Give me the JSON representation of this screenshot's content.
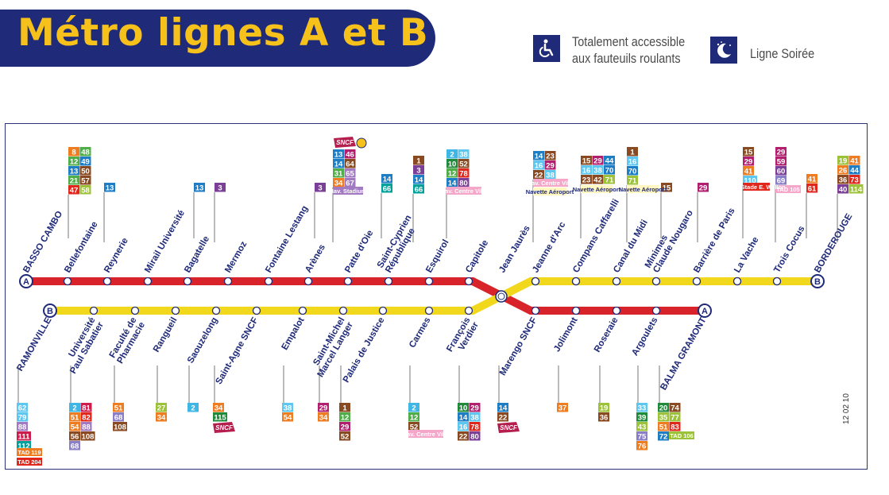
{
  "header": {
    "title": "Métro lignes A et B"
  },
  "legend": {
    "accessible": {
      "icon": "wheelchair-icon",
      "line1": "Totalement accessible",
      "line2": "aux fauteuils roulants"
    },
    "evening": {
      "icon": "moon-stars-icon",
      "label": "Ligne Soirée"
    }
  },
  "version": "12 02 10",
  "colors": {
    "line_a": "#d9232a",
    "line_b": "#f2d81c",
    "navy": "#1f2a78",
    "bus": {
      "green": "#4fae48",
      "orange": "#ee7d22",
      "blue": "#1d7ec5",
      "lime": "#9cc23a",
      "red": "#e1261c",
      "brown": "#8a4a21",
      "purple": "#7c3f98",
      "magenta": "#b11f6e",
      "cyan": "#3fb6e3",
      "gray": "#888888",
      "teal": "#00a19a",
      "darkgreen": "#1f8a3a",
      "crimson": "#cc1d4d",
      "mauve": "#a17ac2",
      "lavender": "#8a7fc7",
      "lightblue": "#5ec7f0",
      "dkblue": "#1a4f9c"
    }
  },
  "termini": {
    "line_a": "A",
    "line_b": "B"
  },
  "stations_a": [
    "BASSO CAMBO",
    "Bellefontaine",
    "Reynerie",
    "Mirail Université",
    "Bagatelle",
    "Mermoz",
    "Fontaine Lestang",
    "Arènes",
    "Patte d'Oie",
    "Saint-Cyprien République",
    "Esquirol",
    "Capitole",
    "Jean Jaurès",
    "Marengo SNCF",
    "Jolimont",
    "Roseraie",
    "Argoulets",
    "BALMA GRAMONT"
  ],
  "stations_b": [
    "RAMONVILLE",
    "Université Paul Sabatier",
    "Faculté de Pharmacie",
    "Rangueil",
    "Saouzelong",
    "Saint-Agne SNCF",
    "Empalot",
    "Saint-Michel Marcel Langer",
    "Palais de Justice",
    "Carmes",
    "François Verdier",
    "Jean Jaurès",
    "Jeanne d'Arc",
    "Compans Caffarelli",
    "Canal du Midi",
    "Minimes Claude Nougaro",
    "Barrière de Paris",
    "La Vache",
    "Trois Cocus",
    "BORDEROUGE"
  ],
  "bus_notes": {
    "stadium": "Nav. Stadium",
    "centre_ville": "Nav. Centre Ville",
    "aeroport": "Navette Aéroport",
    "stade": "Nav. Stade E. Wallon",
    "sncf": "SNCF"
  },
  "tad": {
    "t105": "TAD 105",
    "t119": "TAD 119",
    "t204": "TAD 204",
    "t106": "TAD 106"
  },
  "upper_bus_groups": [
    {
      "station": "BASSO CAMBO",
      "rows": [
        [
          "8",
          "48"
        ],
        [
          "12",
          "49"
        ],
        [
          "13",
          "50"
        ],
        [
          "21",
          "57"
        ],
        [
          "47",
          "58"
        ]
      ]
    },
    {
      "station": "Bellefontaine",
      "rows": [
        [
          "13"
        ]
      ]
    },
    {
      "station": "Mirail Université",
      "rows": [
        [
          "13"
        ]
      ]
    },
    {
      "station": "Bagatelle",
      "rows": [
        [
          "3"
        ]
      ]
    },
    {
      "station": "Fontaine Lestang",
      "rows": [
        [
          "3"
        ]
      ]
    },
    {
      "station": "Arènes",
      "rows": [
        [
          "13",
          "46"
        ],
        [
          "14",
          "64"
        ],
        [
          "31",
          "65"
        ],
        [
          "34",
          "67"
        ]
      ]
    },
    {
      "station": "Patte d'Oie",
      "rows": [
        [
          "14"
        ],
        [
          "66"
        ]
      ]
    },
    {
      "station": "Saint-Cyprien République",
      "rows": [
        [
          "1"
        ],
        [
          "3"
        ],
        [
          "14"
        ],
        [
          "66"
        ]
      ]
    },
    {
      "station": "Esquirol",
      "rows": [
        [
          "2",
          "38"
        ],
        [
          "10",
          "52"
        ],
        [
          "12",
          "78"
        ],
        [
          "14",
          "80"
        ]
      ]
    },
    {
      "station": "Jean Jaurès",
      "rows": [
        [
          "14",
          "23"
        ],
        [
          "16",
          "29"
        ],
        [
          "22",
          "38"
        ]
      ]
    },
    {
      "station": "Jeanne d'Arc",
      "rows": [
        [
          "15",
          "29",
          "44"
        ],
        [
          "16",
          "38",
          "70"
        ],
        [
          "23",
          "42",
          "71"
        ]
      ]
    },
    {
      "station": "Compans Caffarelli",
      "rows": [
        [
          "1"
        ],
        [
          "16"
        ],
        [
          "70"
        ],
        [
          "71"
        ]
      ]
    },
    {
      "station": "Canal du Midi",
      "rows": [
        [
          "15"
        ]
      ]
    },
    {
      "station": "Minimes Claude Nougaro",
      "rows": [
        [
          "29"
        ]
      ]
    },
    {
      "station": "Barrière de Paris",
      "rows": [
        [
          "15"
        ],
        [
          "29"
        ],
        [
          "41"
        ],
        [
          "110"
        ]
      ]
    },
    {
      "station": "La Vache",
      "rows": [
        [
          "29"
        ],
        [
          "59"
        ],
        [
          "60"
        ],
        [
          "69"
        ]
      ]
    },
    {
      "station": "Trois Cocus",
      "rows": [
        [
          "41"
        ],
        [
          "61"
        ]
      ]
    },
    {
      "station": "BORDEROUGE",
      "rows": [
        [
          "19",
          "41"
        ],
        [
          "26",
          "44"
        ],
        [
          "36",
          "73"
        ],
        [
          "40",
          "114"
        ]
      ]
    }
  ],
  "lower_bus_groups": [
    {
      "station": "RAMONVILLE",
      "rows": [
        [
          "62"
        ],
        [
          "79"
        ],
        [
          "88"
        ],
        [
          "111"
        ],
        [
          "112"
        ]
      ]
    },
    {
      "station": "Université Paul Sabatier",
      "rows": [
        [
          "2",
          "81"
        ],
        [
          "51",
          "82"
        ],
        [
          "54",
          "88"
        ],
        [
          "56",
          "108"
        ],
        [
          "68"
        ]
      ]
    },
    {
      "station": "Faculté de Pharmacie",
      "rows": [
        [
          "51"
        ],
        [
          "68"
        ],
        [
          "108"
        ]
      ]
    },
    {
      "station": "Rangueil",
      "rows": [
        [
          "27"
        ],
        [
          "34"
        ]
      ]
    },
    {
      "station": "Saouzelong",
      "rows": [
        [
          "2"
        ]
      ]
    },
    {
      "station": "Saint-Agne SNCF",
      "rows": [
        [
          "34"
        ],
        [
          "115"
        ]
      ]
    },
    {
      "station": "Empalot",
      "rows": [
        [
          "38"
        ],
        [
          "54"
        ]
      ]
    },
    {
      "station": "Saint-Michel Marcel Langer",
      "rows": [
        [
          "29"
        ],
        [
          "34"
        ]
      ]
    },
    {
      "station": "Palais de Justice",
      "rows": [
        [
          "1"
        ],
        [
          "12"
        ],
        [
          "29"
        ],
        [
          "52"
        ]
      ]
    },
    {
      "station": "Carmes",
      "rows": [
        [
          "2"
        ],
        [
          "12"
        ],
        [
          "52"
        ]
      ]
    },
    {
      "station": "François Verdier",
      "rows": [
        [
          "10",
          "29"
        ],
        [
          "14",
          "38"
        ],
        [
          "16",
          "78"
        ],
        [
          "22",
          "80"
        ]
      ]
    },
    {
      "station": "Marengo SNCF",
      "rows": [
        [
          "14"
        ],
        [
          "22"
        ]
      ]
    },
    {
      "station": "Jolimont",
      "rows": [
        [
          "37"
        ]
      ]
    },
    {
      "station": "Roseraie",
      "rows": [
        [
          "19"
        ],
        [
          "36"
        ]
      ]
    },
    {
      "station": "Argoulets",
      "rows": [
        [
          "33"
        ],
        [
          "39"
        ],
        [
          "43"
        ],
        [
          "75"
        ],
        [
          "76"
        ]
      ]
    },
    {
      "station": "BALMA GRAMONT",
      "rows": [
        [
          "20",
          "74"
        ],
        [
          "35",
          "77"
        ],
        [
          "51",
          "83"
        ],
        [
          "72"
        ]
      ]
    }
  ]
}
